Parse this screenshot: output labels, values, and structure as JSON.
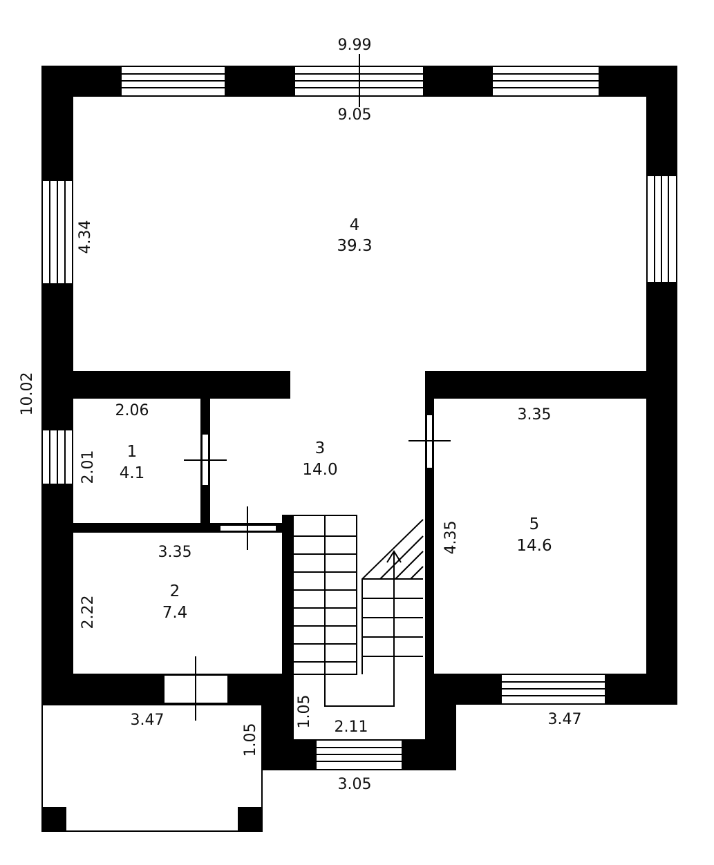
{
  "plan": {
    "overall": {
      "top_outer": "9.99",
      "top_inner": "9.05",
      "left_outer": "10.02"
    },
    "rooms": [
      {
        "id": "1",
        "area": "4.1"
      },
      {
        "id": "2",
        "area": "7.4"
      },
      {
        "id": "3",
        "area": "14.0"
      },
      {
        "id": "4",
        "area": "39.3"
      },
      {
        "id": "5",
        "area": "14.6"
      }
    ],
    "dimensions": {
      "room4_height": "4.34",
      "room1_width": "2.06",
      "room1_height": "2.01",
      "room2_width": "3.35",
      "room2_height": "2.22",
      "room5_width": "3.35",
      "room5_height": "4.35",
      "porch_width": "3.47",
      "porch_depth": "1.05",
      "vestibule_depth": "1.05",
      "vestibule_width": "2.11",
      "vestibule_outer": "3.05",
      "south_right": "3.47"
    }
  }
}
